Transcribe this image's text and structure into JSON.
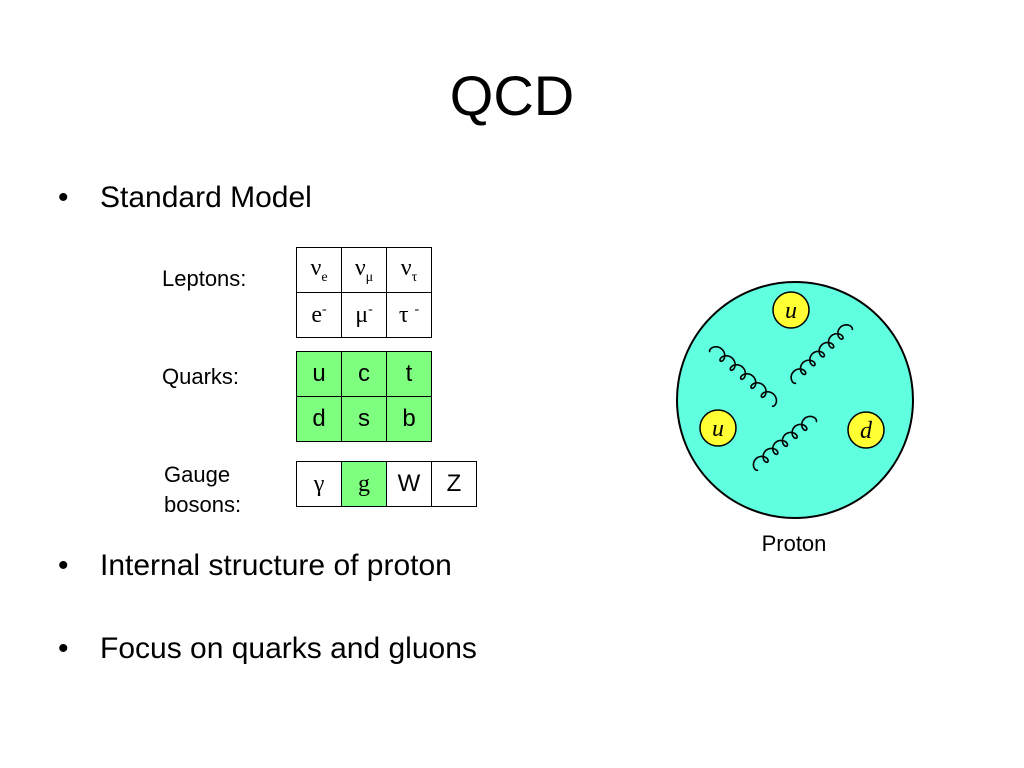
{
  "title": "QCD",
  "bullets": [
    "Standard Model",
    "Internal structure of proton",
    "Focus on quarks and gluons"
  ],
  "bullet_symbol": "•",
  "leptons": {
    "label": "Leptons:",
    "row1": [
      {
        "base": "ν",
        "sub": "e"
      },
      {
        "base": "ν",
        "sub": "μ"
      },
      {
        "base": "ν",
        "sub": "τ"
      }
    ],
    "row2": [
      {
        "base": "e",
        "sup": "-"
      },
      {
        "base": "μ",
        "sup": "-"
      },
      {
        "base": "τ ",
        "sup": "-"
      }
    ]
  },
  "quarks": {
    "label": "Quarks:",
    "row1": [
      "u",
      "c",
      "t"
    ],
    "row2": [
      "d",
      "s",
      "b"
    ],
    "color": "#7fff7f"
  },
  "gauge_bosons": {
    "label_line1": "Gauge",
    "label_line2": "bosons:",
    "cells": [
      "γ",
      "g",
      "W",
      "Z"
    ]
  },
  "proton": {
    "label": "Proton",
    "quarks": [
      "u",
      "u",
      "d"
    ],
    "fill_color": "#5fffdf",
    "quark_color": "#ffff33"
  }
}
